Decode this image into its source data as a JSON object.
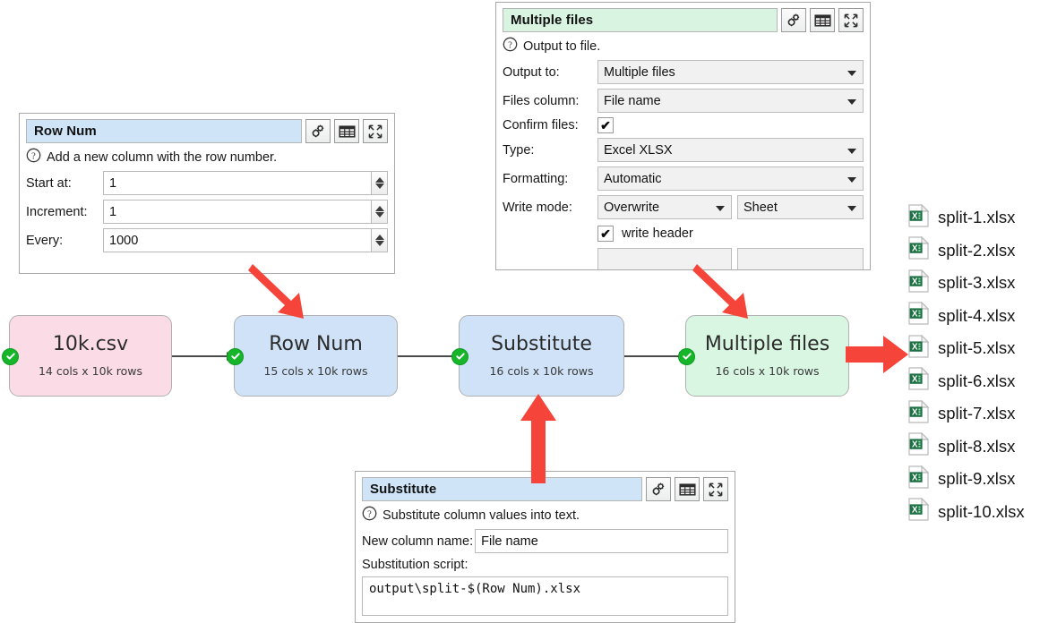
{
  "panels": {
    "row_num": {
      "title": "Row Num",
      "help": "Add a new column with the row number.",
      "fields": [
        {
          "label": "Start at:",
          "value": "1"
        },
        {
          "label": "Increment:",
          "value": "1"
        },
        {
          "label": "Every:",
          "value": "1000"
        }
      ]
    },
    "multiple_files": {
      "title": "Multiple files",
      "help": "Output to file.",
      "output_to_label": "Output to:",
      "output_to_value": "Multiple files",
      "files_column_label": "Files column:",
      "files_column_value": "File name",
      "confirm_files_label": "Confirm files:",
      "confirm_files_checked": "✔",
      "type_label": "Type:",
      "type_value": "Excel XLSX",
      "formatting_label": "Formatting:",
      "formatting_value": "Automatic",
      "write_mode_label": "Write mode:",
      "write_mode_value": "Overwrite",
      "write_target_value": "Sheet",
      "write_header_checked": "✔",
      "write_header_label": "write header"
    },
    "substitute": {
      "title": "Substitute",
      "help": "Substitute column values into text.",
      "new_column_label": "New column name:",
      "new_column_value": "File name",
      "script_label": "Substitution script:",
      "script_value": "output\\split-$(Row Num).xlsx"
    }
  },
  "flow": {
    "nodes": [
      {
        "title": "10k.csv",
        "subtitle": "14 cols x 10k rows",
        "color": "#fadbe6",
        "status": "ok"
      },
      {
        "title": "Row Num",
        "subtitle": "15 cols x 10k rows",
        "color": "#cfe2f7",
        "status": "ok"
      },
      {
        "title": "Substitute",
        "subtitle": "16 cols x 10k rows",
        "color": "#cfe2f7",
        "status": "ok"
      },
      {
        "title": "Multiple files",
        "subtitle": "16 cols x 10k rows",
        "color": "#d8f6e1",
        "status": "ok"
      }
    ]
  },
  "files": {
    "items": [
      {
        "name": "split-1.xlsx"
      },
      {
        "name": "split-2.xlsx"
      },
      {
        "name": "split-3.xlsx"
      },
      {
        "name": "split-4.xlsx"
      },
      {
        "name": "split-5.xlsx"
      },
      {
        "name": "split-6.xlsx"
      },
      {
        "name": "split-7.xlsx"
      },
      {
        "name": "split-8.xlsx"
      },
      {
        "name": "split-9.xlsx"
      },
      {
        "name": "split-10.xlsx"
      }
    ]
  },
  "colors": {
    "accent_red": "#f5453a",
    "status_green": "#16b52a",
    "excel_green": "#1d7044",
    "title_blue": "#cfe4f7",
    "title_green": "#d9f4e1"
  },
  "icons": {
    "settings": "gears-icon",
    "table": "table-icon",
    "expand": "expand-icon",
    "help": "question-circle-icon",
    "excel_file": "excel-file-icon",
    "status_ok": "check-circle-icon"
  }
}
